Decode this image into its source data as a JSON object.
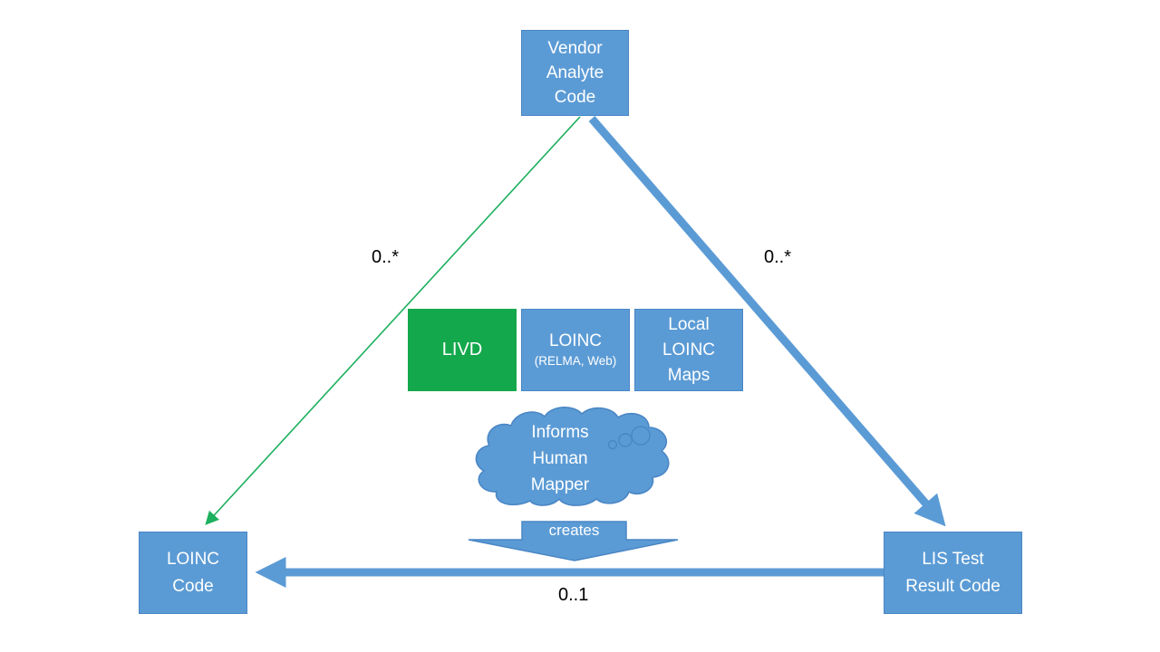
{
  "diagram": {
    "nodes": {
      "vendor_analyte_code": {
        "label": "Vendor\nAnalyte\nCode"
      },
      "livd": {
        "label": "LIVD"
      },
      "loinc_tools": {
        "label": "LOINC",
        "sublabel": "(RELMA, Web)"
      },
      "local_loinc_maps": {
        "label": "Local\nLOINC\nMaps"
      },
      "loinc_code": {
        "label": "LOINC\nCode"
      },
      "lis_test_result_code": {
        "label": "LIS Test\nResult Code"
      },
      "informs_cloud": {
        "label": "Informs\nHuman\nMapper"
      }
    },
    "edges": {
      "vendor_to_loinc_code": {
        "cardinality": "0..*"
      },
      "vendor_to_lis": {
        "cardinality": "0..*"
      },
      "lis_to_loinc_code": {
        "cardinality": "0..1"
      },
      "creates_arrow": {
        "label": "creates"
      }
    },
    "colors": {
      "node_fill": "#5b9bd5",
      "node_border": "#4a86c5",
      "livd_fill": "#14a84c",
      "connector_blue": "#5b9bd5",
      "connector_green": "#1db05e",
      "node_text": "#ffffff",
      "label_text": "#000000",
      "background": "#ffffff"
    }
  }
}
